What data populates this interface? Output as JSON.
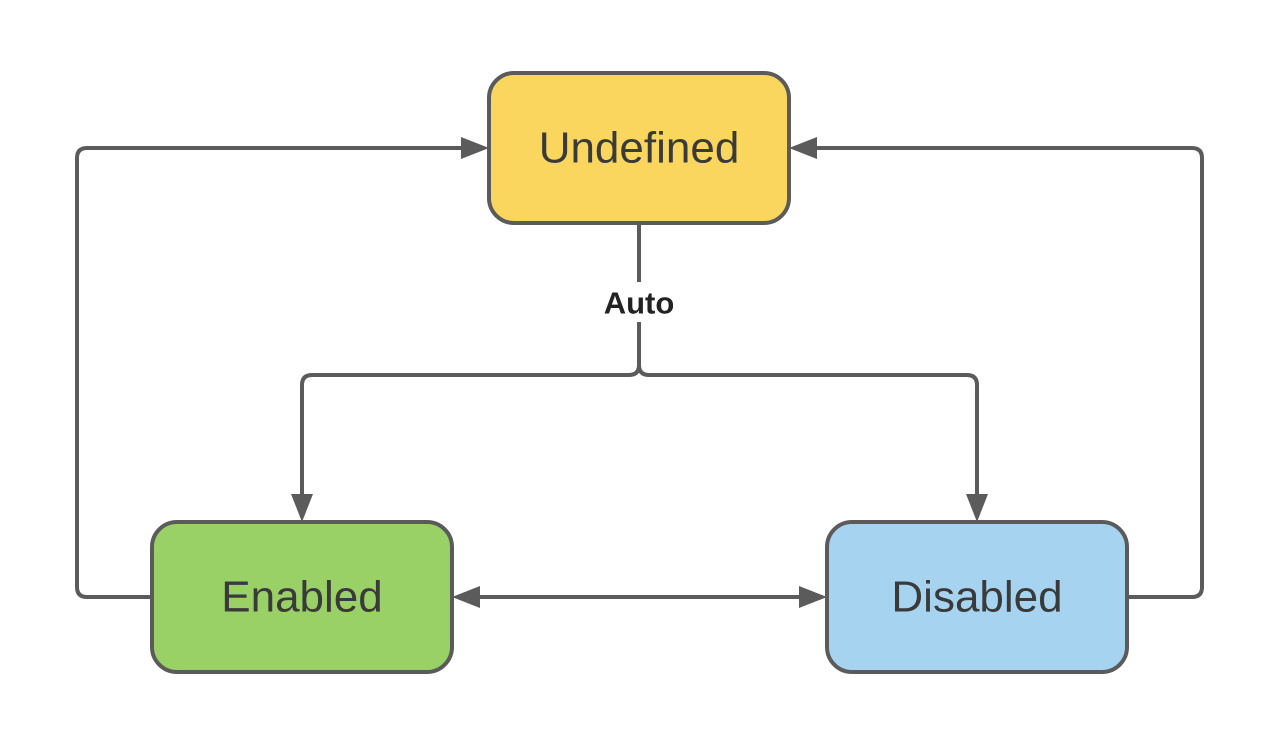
{
  "diagram": {
    "type": "state-diagram",
    "background": "#FFFFFF",
    "line_color": "#5B5B5B",
    "node_border_color": "#5B5B5B",
    "node_label_color": "#3A3A3A",
    "edge_label_color": "#222222",
    "edge_label_background": "#FFFFFF",
    "nodes": [
      {
        "id": "undefined",
        "label": "Undefined",
        "fill": "#FAD65F",
        "stroke": "#5B5B5B",
        "position": "top-center"
      },
      {
        "id": "enabled",
        "label": "Enabled",
        "fill": "#9AD167",
        "stroke": "#5B5B5B",
        "position": "bottom-left"
      },
      {
        "id": "disabled",
        "label": "Disabled",
        "fill": "#A6D4F0",
        "stroke": "#5B5B5B",
        "position": "bottom-right"
      }
    ],
    "edges": [
      {
        "from": "Enabled",
        "to": "Undefined",
        "label": "",
        "bidirectional": false
      },
      {
        "from": "Disabled",
        "to": "Undefined",
        "label": "",
        "bidirectional": false
      },
      {
        "from": "Undefined",
        "to": "Enabled",
        "label": "Auto",
        "bidirectional": false
      },
      {
        "from": "Undefined",
        "to": "Disabled",
        "label": "Auto",
        "bidirectional": false
      },
      {
        "from": "Enabled",
        "to": "Disabled",
        "label": "",
        "bidirectional": true
      }
    ]
  }
}
